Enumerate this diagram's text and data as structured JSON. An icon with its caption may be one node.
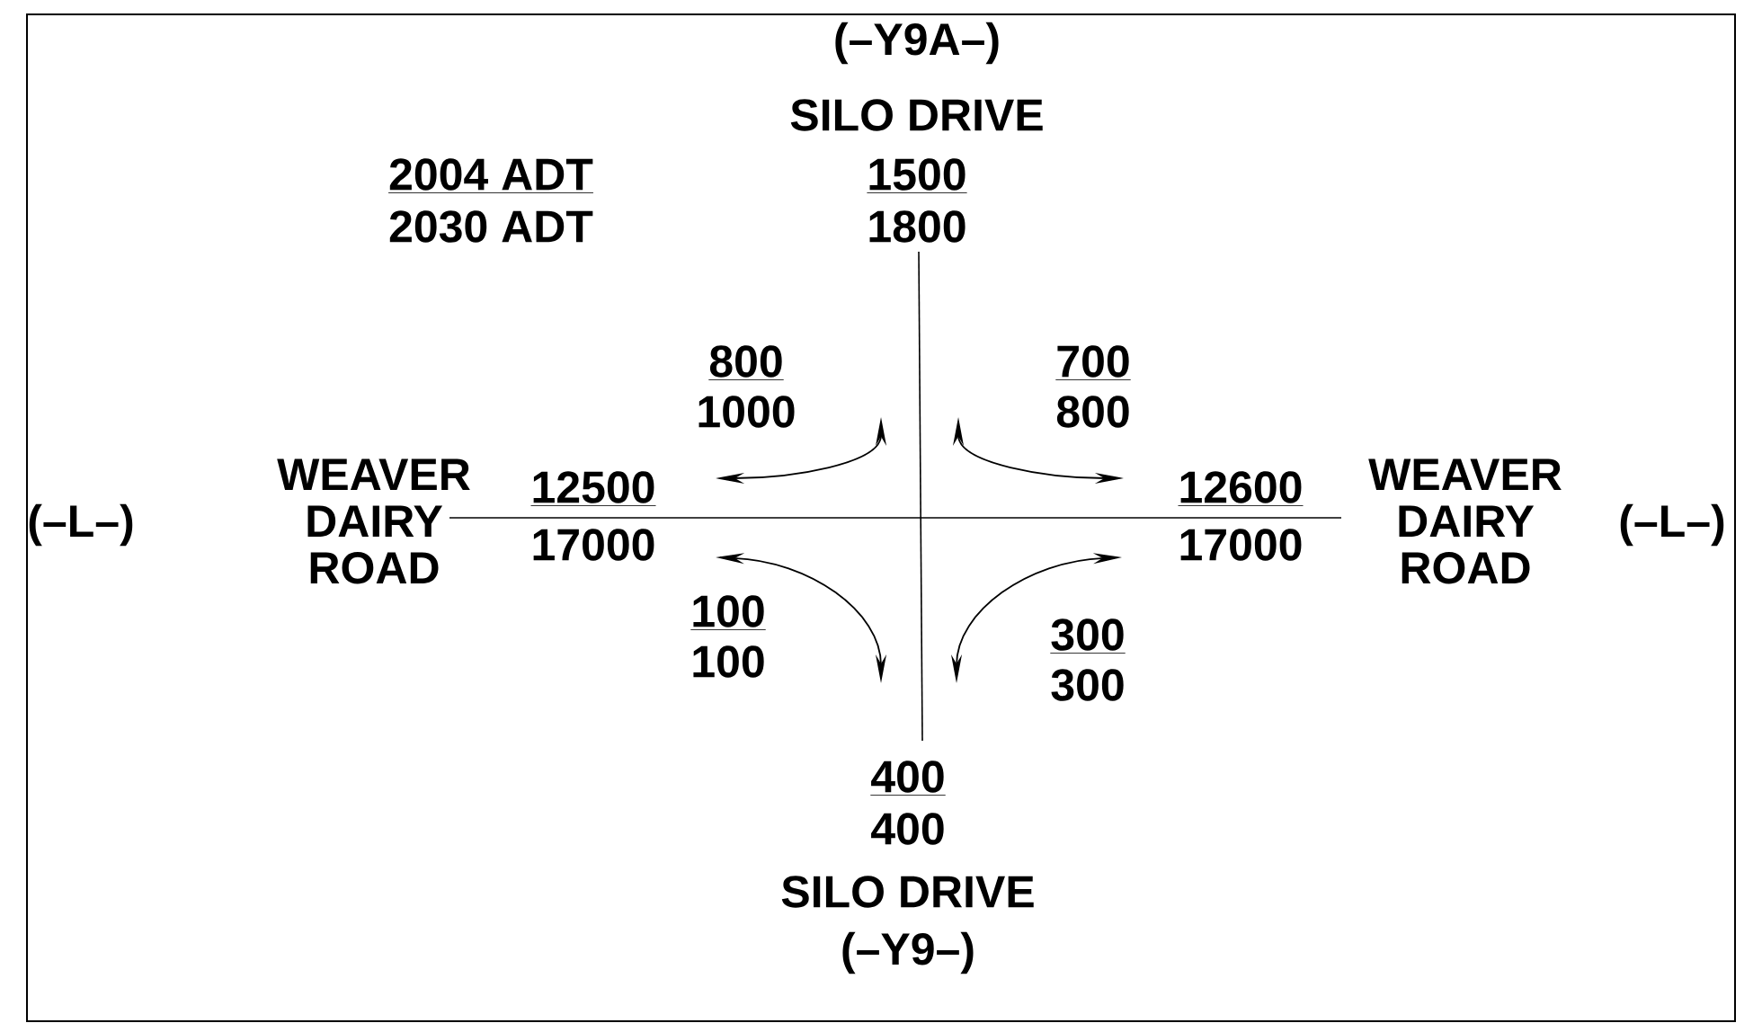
{
  "diagram": {
    "labels": [
      "(–Y9A–)",
      "SILO DRIVE",
      "2004 ADT",
      "1500",
      "2030 ADT",
      "1800",
      "800",
      "700",
      "1000",
      "800",
      "(–L–)",
      "WEAVER DAIRY ROAD",
      "12500",
      "12600",
      "WEAVER DAIRY ROAD",
      "(–L–)",
      "17000",
      "17000",
      "100",
      "300",
      "100",
      "300",
      "400",
      "400",
      "SILO DRIVE",
      "(–Y9–)"
    ]
  }
}
